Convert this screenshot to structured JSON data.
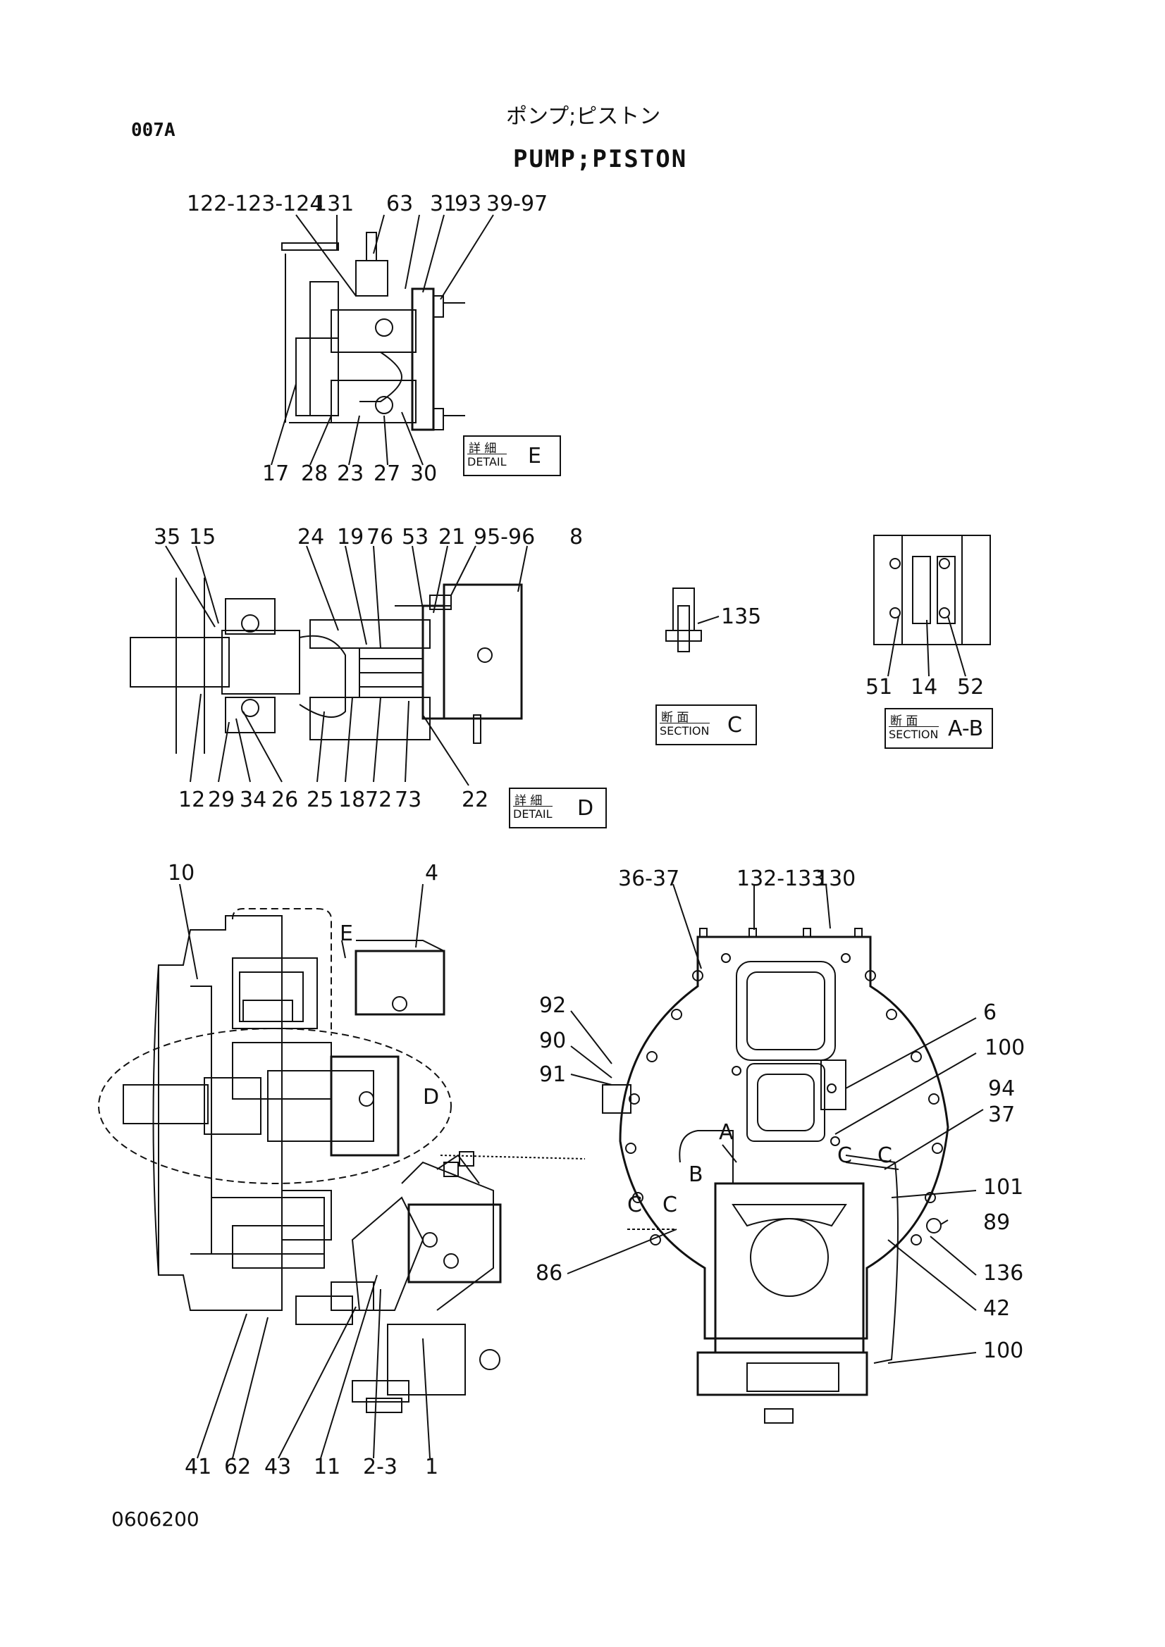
{
  "header": {
    "code": "007A",
    "title_jp": "ポンプ;ピストン",
    "title_en": "PUMP;PISTON"
  },
  "footer": {
    "drawing_number": "0606200"
  },
  "detail_e": {
    "tag": {
      "jp": "詳 細",
      "en": "DETAIL",
      "letter": "E"
    },
    "labels": [
      "122-123-124",
      "131",
      "63",
      "31",
      "93",
      "39-97",
      "17",
      "28",
      "23",
      "27",
      "30"
    ]
  },
  "detail_d": {
    "tag": {
      "jp": "詳 細",
      "en": "DETAIL",
      "letter": "D"
    },
    "labels": [
      "35",
      "15",
      "24",
      "19",
      "76",
      "53",
      "21",
      "95-96",
      "8",
      "12",
      "29",
      "34",
      "26",
      "25",
      "18",
      "72",
      "73",
      "22"
    ]
  },
  "section_c": {
    "tag": {
      "jp": "断 面",
      "en": "SECTION",
      "letter": "C"
    },
    "labels": [
      "135"
    ]
  },
  "section_ab": {
    "tag": {
      "jp": "断 面",
      "en": "SECTION",
      "letter": "A-B"
    },
    "labels": [
      "51",
      "14",
      "52"
    ]
  },
  "side_view": {
    "labels": [
      "10",
      "4",
      "E",
      "D",
      "41",
      "62",
      "43",
      "11",
      "2-3",
      "1"
    ]
  },
  "front_view": {
    "labels": [
      "36-37",
      "132-133",
      "130",
      "6",
      "100",
      "94",
      "37",
      "92",
      "90",
      "91",
      "A",
      "B",
      "C",
      "C",
      "C",
      "C",
      "101",
      "89",
      "86",
      "136",
      "42",
      "100"
    ]
  },
  "icons": [
    "hatched-section",
    "bearing-symbol",
    "hex-bolt"
  ]
}
